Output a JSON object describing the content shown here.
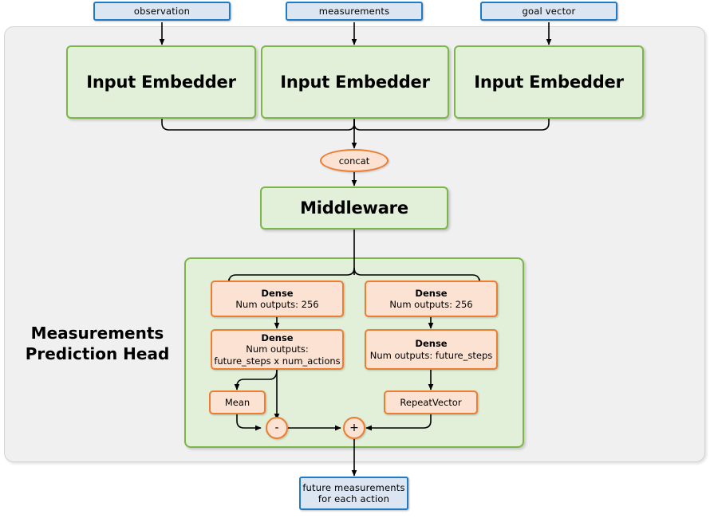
{
  "diagram": {
    "title": "Measurements Prediction Head",
    "inputs": [
      {
        "label": "observation"
      },
      {
        "label": "measurements"
      },
      {
        "label": "goal vector"
      }
    ],
    "embedders": [
      {
        "label": "Input Embedder"
      },
      {
        "label": "Input Embedder"
      },
      {
        "label": "Input Embedder"
      }
    ],
    "concat": {
      "label": "concat"
    },
    "middleware": {
      "label": "Middleware"
    },
    "head": {
      "label": "Measurements\nPrediction Head",
      "label_line1": "Measurements",
      "label_line2": "Prediction Head",
      "left_branch": {
        "dense1": {
          "title": "Dense",
          "line2": "Num outputs: 256"
        },
        "dense2": {
          "title": "Dense",
          "line2": "Num outputs:",
          "line3": "future_steps x num_actions"
        },
        "mean": {
          "label": "Mean"
        }
      },
      "right_branch": {
        "dense1": {
          "title": "Dense",
          "line2": "Num outputs: 256"
        },
        "dense2": {
          "title": "Dense",
          "line2": "Num outputs: future_steps"
        },
        "repeat_vector": {
          "label": "RepeatVector"
        }
      },
      "operators": {
        "subtract": {
          "symbol": "-"
        },
        "add": {
          "symbol": "+"
        }
      }
    },
    "output": {
      "line1": "future measurements",
      "line2": "for each action"
    },
    "colors": {
      "input_fill": "#dce6f2",
      "input_border": "#1f7cc4",
      "green_fill": "#e2efd9",
      "green_border": "#7ab648",
      "orange_fill": "#fbe2d2",
      "orange_border": "#ed7d31",
      "container_fill": "#f0f0f0",
      "container_border": "#d4d4d4",
      "edge_color": "#000000"
    }
  }
}
